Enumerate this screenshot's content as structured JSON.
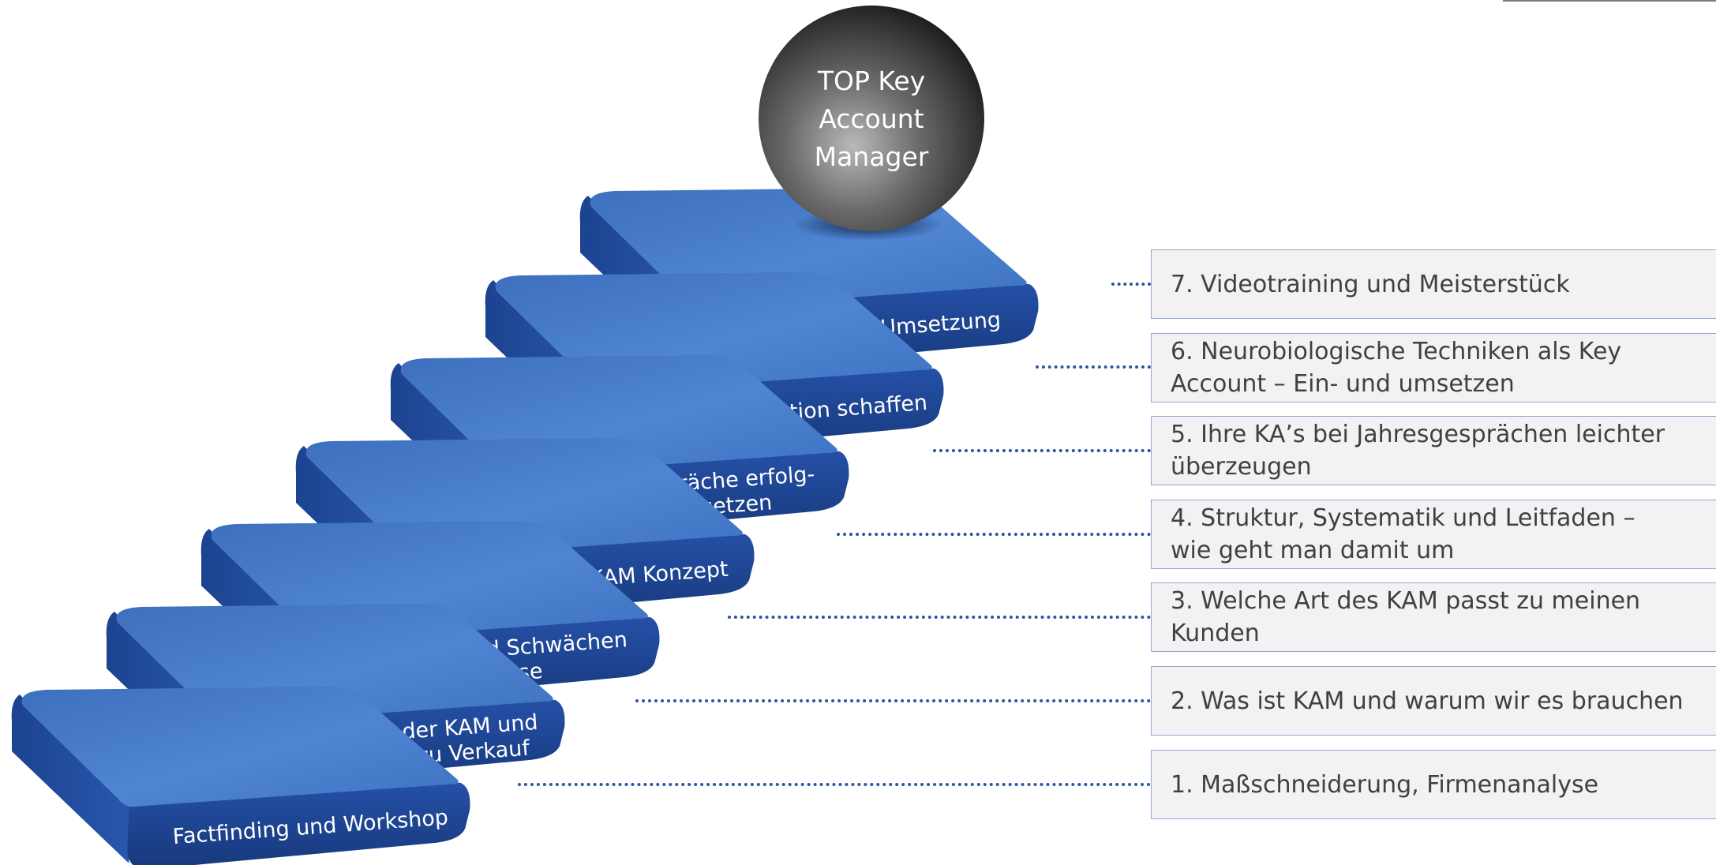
{
  "sphere": {
    "lines": [
      "TOP Key",
      "Account",
      "Manager"
    ]
  },
  "steps": [
    {
      "label_lines": [
        "Factfinding und Workshop"
      ]
    },
    {
      "label_lines": [
        "Grundlagen der KAM und",
        "Unterschied zu Verkauf"
      ]
    },
    {
      "label_lines": [
        "Stärken und Schwächen",
        "Analyse"
      ]
    },
    {
      "label_lines": [
        "Das Victory KAM Konzept"
      ]
    },
    {
      "label_lines": [
        "Jahresgespräche erfolg-",
        "reich umsetzen"
      ]
    },
    {
      "label_lines": [
        "Win-Win-Situation schaffen"
      ]
    },
    {
      "label_lines": [
        "Praxisnahe Umsetzung"
      ]
    }
  ],
  "boxes": [
    {
      "text": "1. Maßschneiderung, Firmenanalyse"
    },
    {
      "text": "2. Was ist KAM und warum wir es brauchen"
    },
    {
      "text": "3. Welche Art des KAM passt zu meinen Kunden"
    },
    {
      "text": "4. Struktur, Systematik und Leitfaden – wie geht man damit um"
    },
    {
      "text": "5. Ihre KA’s bei Jahresgesprächen leichter überzeugen"
    },
    {
      "text": "6. Neurobiologische Techniken als Key Account – Ein- und umsetzen"
    },
    {
      "text": "7. Videotraining und Meisterstück"
    }
  ],
  "colors": {
    "step_top": "#4a7fcc",
    "step_top_light": "#5b8fd8",
    "step_front": "#1f4aa0",
    "step_front_dark": "#173a80",
    "connector": "#2e54a0",
    "box_bg": "#f2f2f2",
    "box_border": "#8ea9d0",
    "box_text": "#404040"
  }
}
